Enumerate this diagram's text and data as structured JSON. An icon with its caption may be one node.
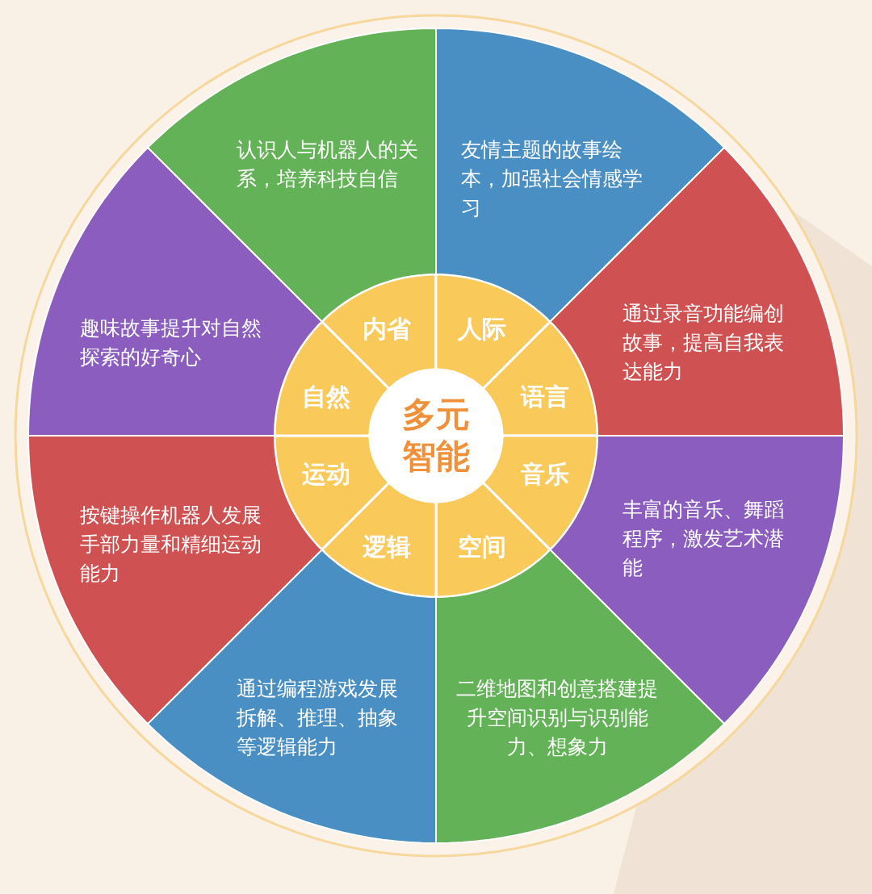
{
  "diagram": {
    "nodes": [
      {
        "text": [
          "多元智能"
        ]
      },
      {
        "text": [
          "内省"
        ]
      },
      {
        "text": [
          "人际"
        ]
      },
      {
        "text": [
          "语言"
        ]
      },
      {
        "text": [
          "音乐"
        ]
      },
      {
        "text": [
          "空间"
        ]
      },
      {
        "text": [
          "逻辑"
        ]
      },
      {
        "text": [
          "运动"
        ]
      },
      {
        "text": [
          "自然"
        ]
      },
      {
        "text": [
          "认识人与机器人的关系，培养科技自信"
        ]
      },
      {
        "text": [
          "友情主题的故事绘本，加强社会情感学习"
        ]
      },
      {
        "text": [
          "通过录音功能编创故事，提高自我表达能力"
        ]
      },
      {
        "text": [
          "丰富的音乐、舞蹈程序，激发艺术潜能"
        ]
      },
      {
        "text": [
          "二维地图和创意搭建提升空间识别与识别能力、想象力"
        ]
      },
      {
        "text": [
          "通过编程游戏发展拆解、推理、抽象等逻辑能力"
        ]
      },
      {
        "text": [
          "按键操作机器人发展手部力量和精细运动能力"
        ]
      },
      {
        "text": [
          "趣味故事提升对自然探索的好奇心"
        ]
      }
    ]
  }
}
